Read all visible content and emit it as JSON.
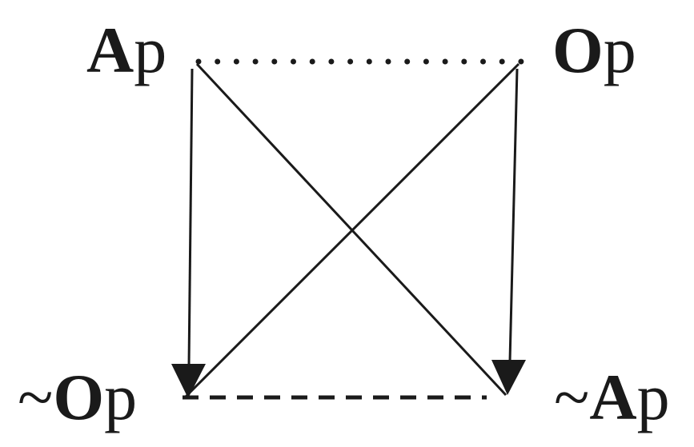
{
  "nodes": {
    "top_left": {
      "prefix": "",
      "letter": "A",
      "suffix": "p"
    },
    "top_right": {
      "prefix": "",
      "letter": "O",
      "suffix": "p"
    },
    "bottom_left": {
      "prefix": "~",
      "letter": "O",
      "suffix": "p"
    },
    "bottom_right": {
      "prefix": "~",
      "letter": "A",
      "suffix": "p"
    }
  },
  "colors": {
    "ink": "#1a1a1a",
    "background": "#ffffff"
  }
}
